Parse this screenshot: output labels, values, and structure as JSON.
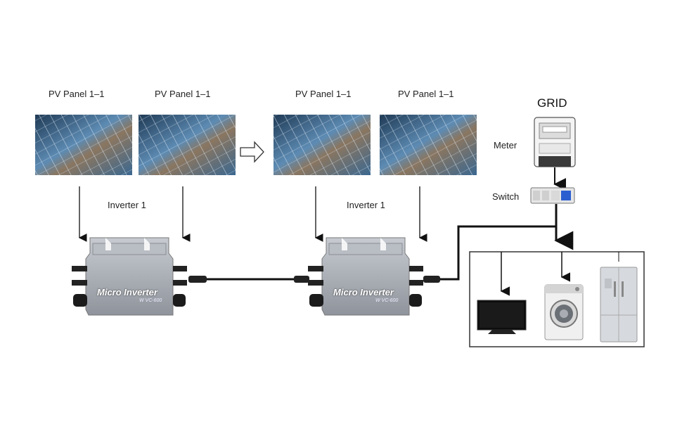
{
  "panels": [
    {
      "label": "PV Panel 1–1"
    },
    {
      "label": "PV Panel 1–1"
    },
    {
      "label": "PV Panel 1–1"
    },
    {
      "label": "PV Panel 1–1"
    }
  ],
  "inverters": [
    {
      "label": "Inverter 1",
      "brand": "Micro Inverter",
      "model": "W VC-600"
    },
    {
      "label": "Inverter 1",
      "brand": "Micro Inverter",
      "model": "W VC-600"
    }
  ],
  "grid": {
    "title": "GRID",
    "meter_label": "Meter",
    "switch_label": "Switch"
  },
  "appliances": [
    "tv-icon",
    "washing-machine-icon",
    "refrigerator-icon"
  ],
  "colors": {
    "line": "#111111",
    "inverter_body": "#a9adb4",
    "panel_blue": "#2f5e86"
  }
}
